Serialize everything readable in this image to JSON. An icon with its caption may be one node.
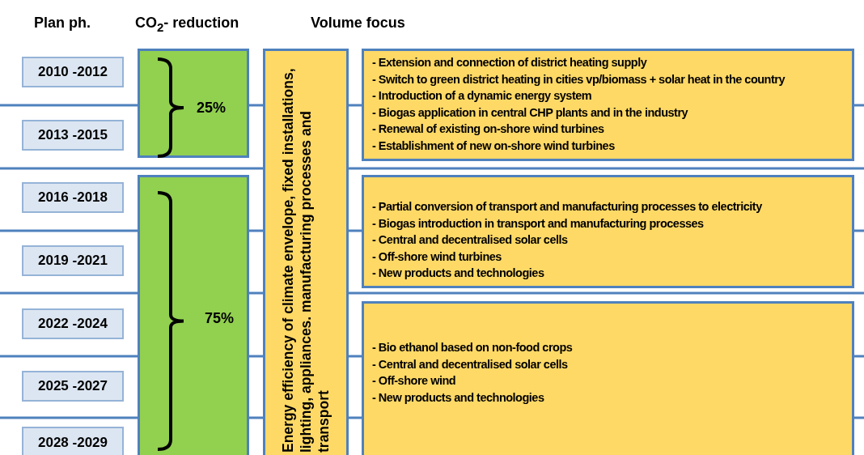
{
  "diagram": {
    "nodes": [
      {
        "text": [
          "2010 -2012"
        ]
      },
      {
        "text": [
          "2013 -2015"
        ]
      },
      {
        "text": [
          "2016 -2018"
        ]
      },
      {
        "text": [
          "2019 -2021"
        ]
      },
      {
        "text": [
          "2022 -2024"
        ]
      },
      {
        "text": [
          "2025 -2027"
        ]
      },
      {
        "text": [
          "2028 -2029"
        ]
      },
      {
        "text": [
          "25%"
        ]
      },
      {
        "text": [
          "75%"
        ]
      },
      {
        "text": [
          "Energy efficiency of climate envelope, fixed installations, lighting, appliances. manufacturing processes and transport"
        ]
      },
      {
        "text": [
          "- Extension and  connection of district heating supply",
          "- Switch to green district heating in cities vp/biomass + solar heat in the country",
          "- Introduction of a dynamic energy system",
          "- Biogas application in central CHP plants and in the industry",
          "- Renewal of existing on-shore wind turbines",
          "- Establishment of new on-shore wind turbines"
        ]
      },
      {
        "text": [
          "- Partial conversion of transport and manufacturing processes to electricity",
          "- Biogas introduction in transport and manufacturing processes",
          "- Central and decentralised solar cells",
          "- Off-shore wind turbines",
          "- New products and technologies"
        ]
      },
      {
        "text": [
          "- Bio ethanol based on non-food crops",
          "- Central and decentralised solar cells",
          "- Off-shore wind",
          "- New products and technologies"
        ]
      }
    ],
    "labels": [
      "Plan ph.",
      "CO$_{2}$- reduction",
      "Volume focus"
    ]
  }
}
